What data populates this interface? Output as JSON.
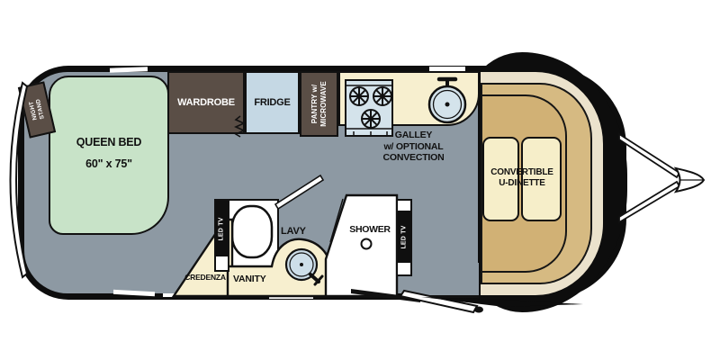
{
  "plan": {
    "type": "travel-trailer floor plan",
    "colors": {
      "wall": "#0d0d0d",
      "floor": "#8d99a3",
      "bed": "#c8e3c8",
      "cabinet": "#5a4e46",
      "fridge": "#c5d8e4",
      "counter_cream": "#f7efcf",
      "bench_tan": "#d6ba82",
      "cushion_cream": "#f6eec9",
      "fixture_blue": "#d4e3eb"
    },
    "labels": {
      "night_stand_line1": "NIGHT",
      "night_stand_line2": "STAND",
      "queen_bed_line1": "QUEEN BED",
      "queen_bed_line2": "60\" x 75\"",
      "wardrobe": "WARDROBE",
      "fridge": "FRIDGE",
      "pantry_line1": "PANTRY w/",
      "pantry_line2": "MICROWAVE",
      "galley_line1": "GALLEY",
      "galley_line2": "w/ OPTIONAL",
      "galley_line3": "CONVECTION",
      "dinette_line1": "CONVERTIBLE",
      "dinette_line2": "U-DINETTE",
      "lavy": "LAVY",
      "shower": "SHOWER",
      "vanity": "VANITY",
      "credenza": "CREDENZA",
      "led_tv_left": "LED TV",
      "led_tv_right": "LED TV"
    }
  }
}
